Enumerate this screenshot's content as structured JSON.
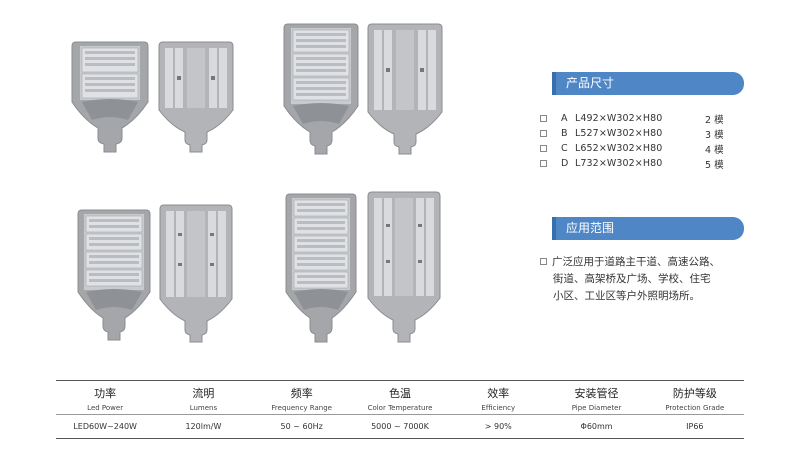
{
  "sections": {
    "size_title": "产品尺寸",
    "app_title": "应用范围"
  },
  "sizes": [
    {
      "letter": "A",
      "dim": "L492×W302×H80",
      "modules": "2 模"
    },
    {
      "letter": "B",
      "dim": "L527×W302×H80",
      "modules": "3 模"
    },
    {
      "letter": "C",
      "dim": "L652×W302×H80",
      "modules": "4 模"
    },
    {
      "letter": "D",
      "dim": "L732×W302×H80",
      "modules": "5 模"
    }
  ],
  "application": {
    "line1": "广泛应用于道路主干道、高速公路、",
    "line2": "街道、高架桥及广场、学校、住宅",
    "line3": "小区、工业区等户外照明场所。"
  },
  "specs": {
    "headers": [
      {
        "cn": "功率",
        "en": "Led Power"
      },
      {
        "cn": "流明",
        "en": "Lumens"
      },
      {
        "cn": "频率",
        "en": "Frequency Range"
      },
      {
        "cn": "色温",
        "en": "Color Temperature"
      },
      {
        "cn": "效率",
        "en": "Efficiency"
      },
      {
        "cn": "安装管径",
        "en": "Pipe Diameter"
      },
      {
        "cn": "防护等级",
        "en": "Protection Grade"
      }
    ],
    "values": [
      "LED60W~240W",
      "120lm/W",
      "50 ~ 60Hz",
      "5000 ~ 7000K",
      "> 90%",
      "Φ60mm",
      "IP66"
    ]
  },
  "colors": {
    "accent": "#4f86c6",
    "lamp_body": "#a4a6a9",
    "lamp_dark": "#7b7e82"
  }
}
